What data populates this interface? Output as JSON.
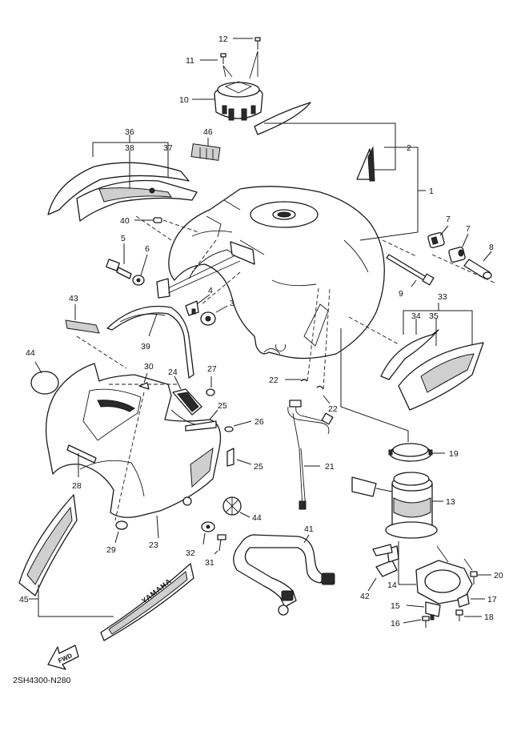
{
  "diagram_code": "2SH4300-N280",
  "fwd_label": "FWD",
  "brand_mark": "YAMAHA",
  "callouts": [
    {
      "id": "c1",
      "label": "1"
    },
    {
      "id": "c2",
      "label": "2"
    },
    {
      "id": "c3",
      "label": "3"
    },
    {
      "id": "c4",
      "label": "4"
    },
    {
      "id": "c5",
      "label": "5"
    },
    {
      "id": "c6",
      "label": "6"
    },
    {
      "id": "c7a",
      "label": "7"
    },
    {
      "id": "c7b",
      "label": "7"
    },
    {
      "id": "c8",
      "label": "8"
    },
    {
      "id": "c9",
      "label": "9"
    },
    {
      "id": "c10",
      "label": "10"
    },
    {
      "id": "c11",
      "label": "11"
    },
    {
      "id": "c12",
      "label": "12"
    },
    {
      "id": "c13",
      "label": "13"
    },
    {
      "id": "c14",
      "label": "14"
    },
    {
      "id": "c15",
      "label": "15"
    },
    {
      "id": "c16",
      "label": "16"
    },
    {
      "id": "c17",
      "label": "17"
    },
    {
      "id": "c18",
      "label": "18"
    },
    {
      "id": "c19",
      "label": "19"
    },
    {
      "id": "c20",
      "label": "20"
    },
    {
      "id": "c21",
      "label": "21"
    },
    {
      "id": "c22a",
      "label": "22"
    },
    {
      "id": "c22b",
      "label": "22"
    },
    {
      "id": "c23",
      "label": "23"
    },
    {
      "id": "c24",
      "label": "24"
    },
    {
      "id": "c25a",
      "label": "25"
    },
    {
      "id": "c25b",
      "label": "25"
    },
    {
      "id": "c26",
      "label": "26"
    },
    {
      "id": "c27",
      "label": "27"
    },
    {
      "id": "c28",
      "label": "28"
    },
    {
      "id": "c29",
      "label": "29"
    },
    {
      "id": "c30",
      "label": "30"
    },
    {
      "id": "c31",
      "label": "31"
    },
    {
      "id": "c32",
      "label": "32"
    },
    {
      "id": "c33",
      "label": "33"
    },
    {
      "id": "c34",
      "label": "34"
    },
    {
      "id": "c35",
      "label": "35"
    },
    {
      "id": "c36",
      "label": "36"
    },
    {
      "id": "c37",
      "label": "37"
    },
    {
      "id": "c38",
      "label": "38"
    },
    {
      "id": "c39",
      "label": "39"
    },
    {
      "id": "c40",
      "label": "40"
    },
    {
      "id": "c41",
      "label": "41"
    },
    {
      "id": "c42",
      "label": "42"
    },
    {
      "id": "c43",
      "label": "43"
    },
    {
      "id": "c44a",
      "label": "44"
    },
    {
      "id": "c44b",
      "label": "44"
    },
    {
      "id": "c45",
      "label": "45"
    },
    {
      "id": "c46",
      "label": "46"
    }
  ]
}
